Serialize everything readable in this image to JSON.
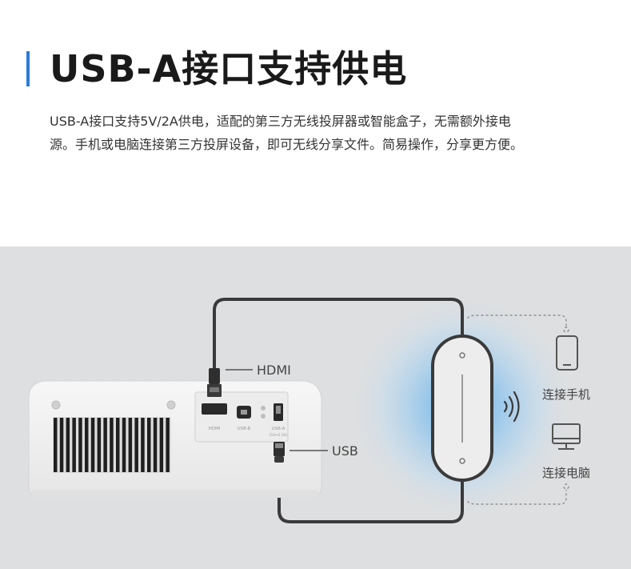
{
  "header": {
    "title": "USB-A接口支持供电",
    "description": "USB-A接口支持5V/2A供电，适配的第三方无线投屏器或智能盒子，无需额外接电源。手机或电脑连接第三方投屏设备，即可无线分享文件。简易操作，分享更方便。"
  },
  "illustration": {
    "hdmi_label": "HDMI",
    "usb_label": "USB",
    "phone_label": "连接手机",
    "pc_label": "连接电脑",
    "ports": {
      "hdmi": "HDMI",
      "usb_b": "USB-B",
      "usb_a": "USB-A",
      "usb_a_spec": "(5V⎓2.0A)"
    },
    "icons": [
      "smartphone-icon",
      "monitor-icon",
      "wireless-signal-icon"
    ]
  },
  "colors": {
    "accent": "#2b7bd8",
    "illustration_bg": "#dedfe0",
    "cable": "#3a3a3a"
  }
}
